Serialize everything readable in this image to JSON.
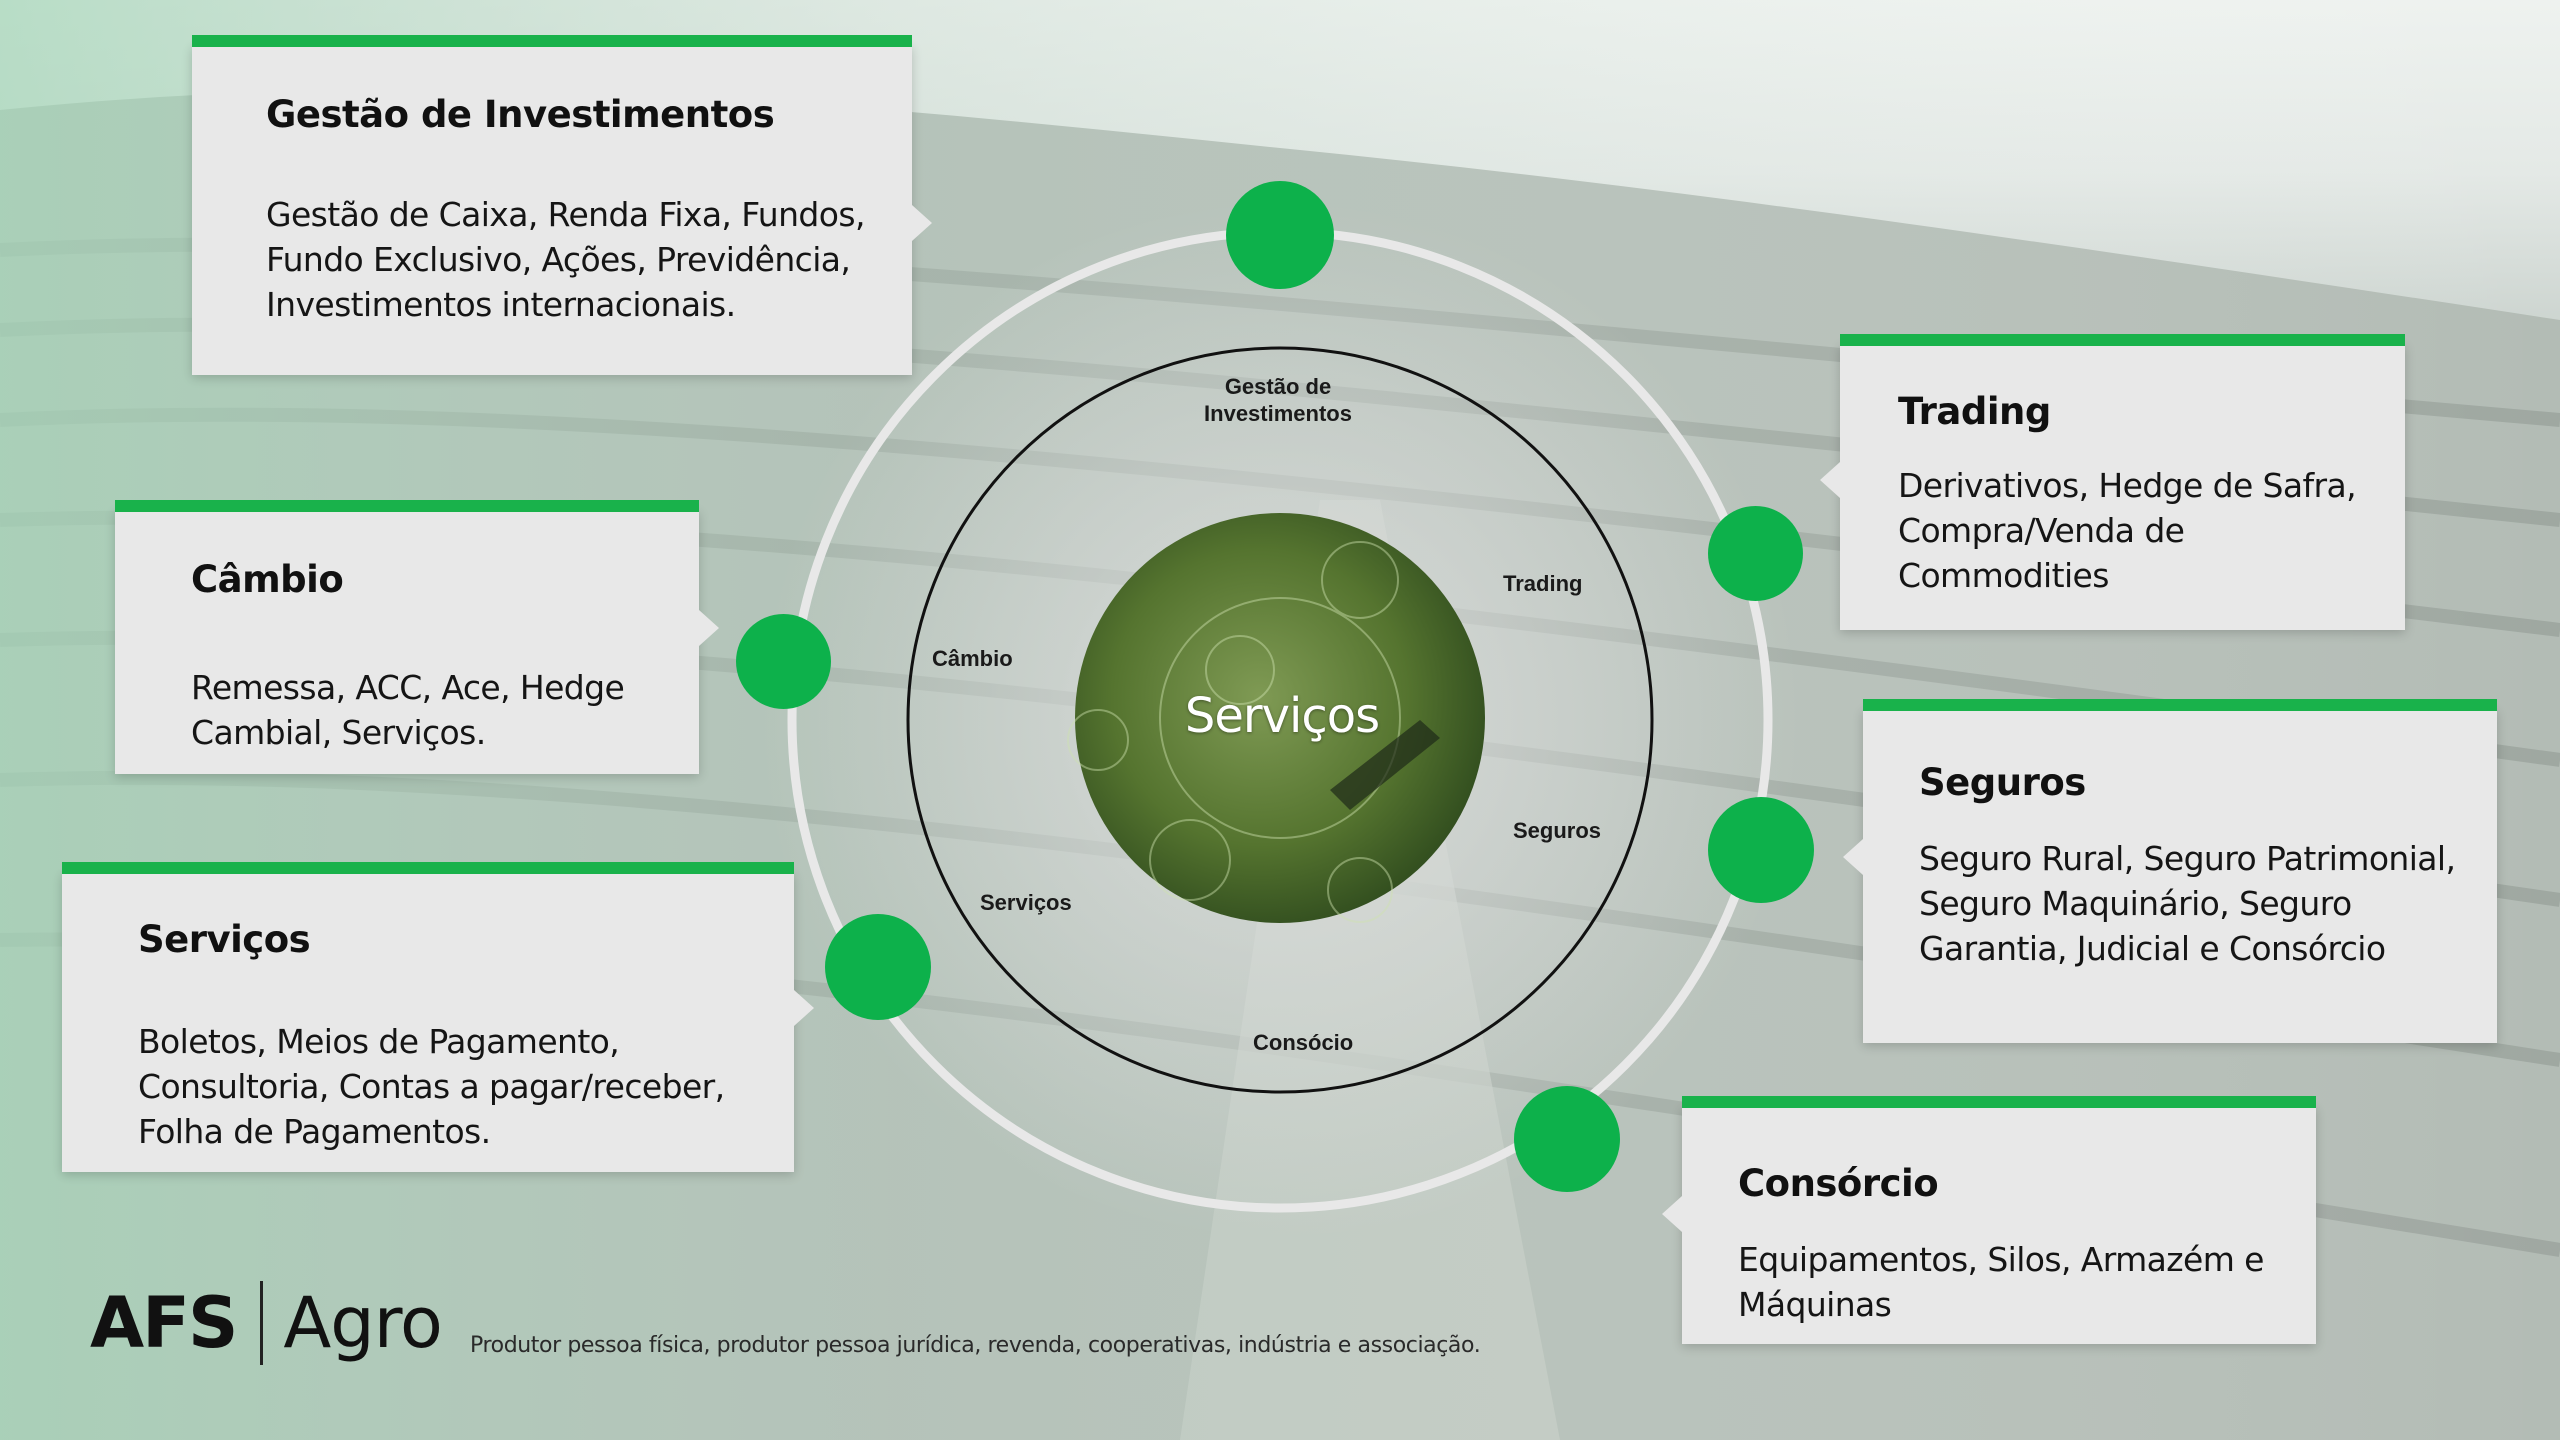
{
  "center": {
    "title": "Serviços"
  },
  "ring_labels": {
    "gestao": "Gestão de\nInvestimentos",
    "trading": "Trading",
    "cambio": "Câmbio",
    "seguros": "Seguros",
    "servicos": "Serviços",
    "consorcio": "Consócio"
  },
  "cards": {
    "gestao": {
      "title": "Gestão de Investimentos",
      "text": "Gestão de Caixa, Renda Fixa, Fundos, Fundo Exclusivo, Ações, Previdência, Investimentos internacionais."
    },
    "cambio": {
      "title": "Câmbio",
      "text": "Remessa, ACC, Ace, Hedge Cambial, Serviços."
    },
    "servicos": {
      "title": "Serviços",
      "text": "Boletos, Meios de Pagamento, Consultoria, Contas a pagar/receber, Folha de Pagamentos."
    },
    "trading": {
      "title": "Trading",
      "text": "Derivativos, Hedge de Safra, Compra/Venda de Commodities"
    },
    "seguros": {
      "title": "Seguros",
      "text": "Seguro Rural, Seguro Patrimonial, Seguro Maquinário, Seguro Garantia, Judicial e Consórcio"
    },
    "consorcio": {
      "title": "Consórcio",
      "text": "Equipamentos, Silos, Armazém e Máquinas"
    }
  },
  "logo": {
    "brand": "AFS",
    "product": "Agro"
  },
  "footnote": "Produtor pessoa física, produtor pessoa jurídica, revenda, cooperativas, indústria e associação.",
  "colors": {
    "accent_green": "#0db14b",
    "card_bg": "#e8e8e8"
  }
}
